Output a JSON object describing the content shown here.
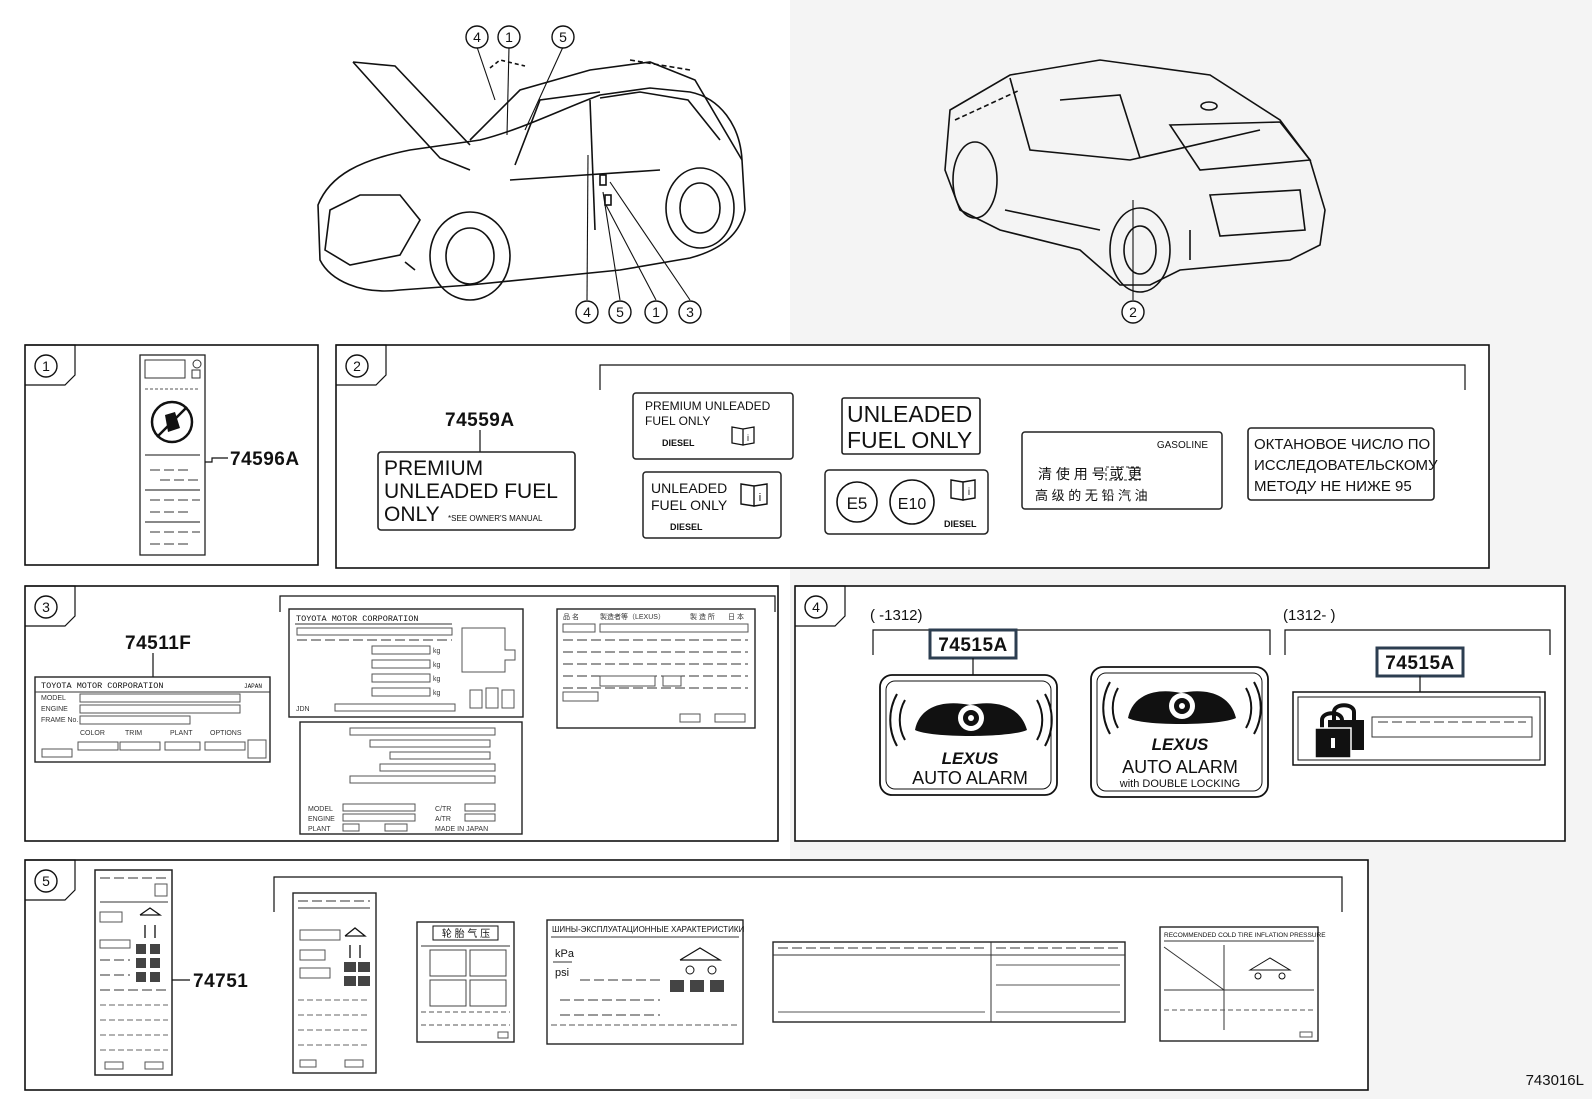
{
  "diagram_code": "743016L",
  "callout_numbers": {
    "c1": "1",
    "c2": "2",
    "c3": "3",
    "c4": "4",
    "c5": "5"
  },
  "panels": {
    "p1": {
      "part_no": "74596A"
    },
    "p2": {
      "part_no": "74559A",
      "premium_label": [
        "PREMIUM",
        "UNLEADED FUEL",
        "ONLY"
      ],
      "premium_note": "*SEE OWNER'S MANUAL",
      "variant_a": [
        "PREMIUM  UNLEADED",
        "FUEL ONLY"
      ],
      "variant_b": [
        "UNLEADED",
        "FUEL ONLY"
      ],
      "variant_c": [
        "UNLEADED",
        "FUEL ONLY"
      ],
      "diesel": "DIESEL",
      "e5": "E5",
      "e10": "E10",
      "gasoline": "GASOLINE",
      "chinese_line1": "清 使 用          号 或 更",
      "chinese_line2": "高 级 的  无 铅  汽  油",
      "russian": [
        "ОКТАНОВОЕ ЧИСЛО ПО",
        "ИССЛЕДОВАТЕЛЬСКОМУ",
        "МЕТОДУ НЕ НИЖЕ 95"
      ]
    },
    "p3": {
      "part_no": "74511F",
      "plate1_title": "TOYOTA  MOTOR  CORPORATION",
      "plate1_japan": "JAPAN",
      "plate1_fields": [
        "MODEL",
        "ENGINE",
        "FRAME No."
      ],
      "plate1_bottom": [
        "COLOR",
        "TRIM",
        "PLANT",
        "OPTIONS"
      ],
      "plate2_title": "TOYOTA  MOTOR  CORPORATION",
      "plate2_units": [
        "kg",
        "kg",
        "kg",
        "kg"
      ],
      "plate2_left": "JDN",
      "plate3_header": [
        "品 名",
        "製造者等（LEXUS）",
        "製 造 所",
        "日 本"
      ],
      "plate4_fields": [
        "MODEL",
        "ENGINE",
        "PLANT"
      ],
      "plate4_right": [
        "C/TR",
        "A/TR",
        "MADE IN JAPAN"
      ]
    },
    "p4": {
      "range_before": "(       -1312)",
      "range_after": "(1312-       )",
      "part_no_a": "74515A",
      "part_no_b": "74515A",
      "brand": "LEXUS",
      "alarm": "AUTO ALARM",
      "double_lock": "with DOUBLE LOCKING"
    },
    "p5": {
      "part_no": "74751",
      "china_title": "轮 胎 气 压",
      "russian_title": "ШИНЫ-ЭКСПЛУАТАЦИОННЫЕ ХАРАКТЕРИСТИКИ",
      "kpa": "kPa",
      "psi": "psi",
      "cold_title": "RECOMMENDED COLD TIRE INFLATION PRESSURE"
    }
  }
}
